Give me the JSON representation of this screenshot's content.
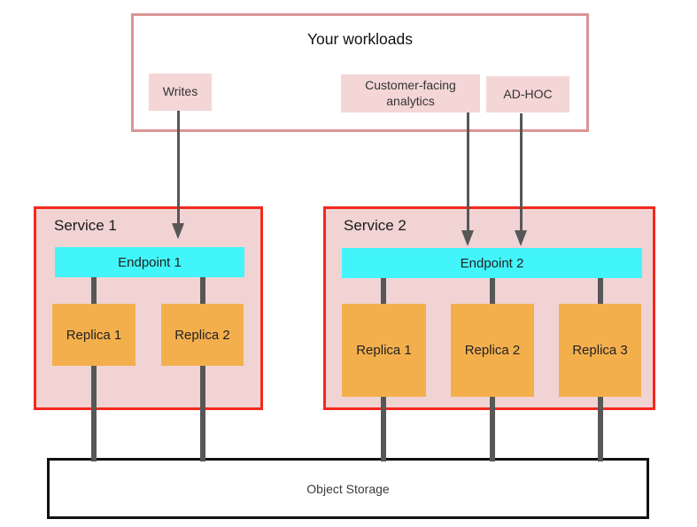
{
  "workloads": {
    "title": "Your workloads",
    "items": [
      {
        "label": "Writes"
      },
      {
        "label": "Customer-facing analytics"
      },
      {
        "label": "AD-HOC"
      }
    ]
  },
  "services": [
    {
      "label": "Service 1",
      "endpoint": "Endpoint 1",
      "replicas": [
        "Replica 1",
        "Replica 2"
      ]
    },
    {
      "label": "Service 2",
      "endpoint": "Endpoint 2",
      "replicas": [
        "Replica 1",
        "Replica 2",
        "Replica 3"
      ]
    }
  ],
  "storage": {
    "label": "Object Storage"
  },
  "palette": {
    "workloads_border": "#db9595",
    "workload_item_bg": "#f4d6d6",
    "service_border": "#f3291d",
    "service_bg": "#f1d3d3",
    "endpoint_bg": "#42f5fa",
    "replica_bg": "#f4af4d",
    "connector_gray": "#575757",
    "storage_border": "#111111"
  }
}
